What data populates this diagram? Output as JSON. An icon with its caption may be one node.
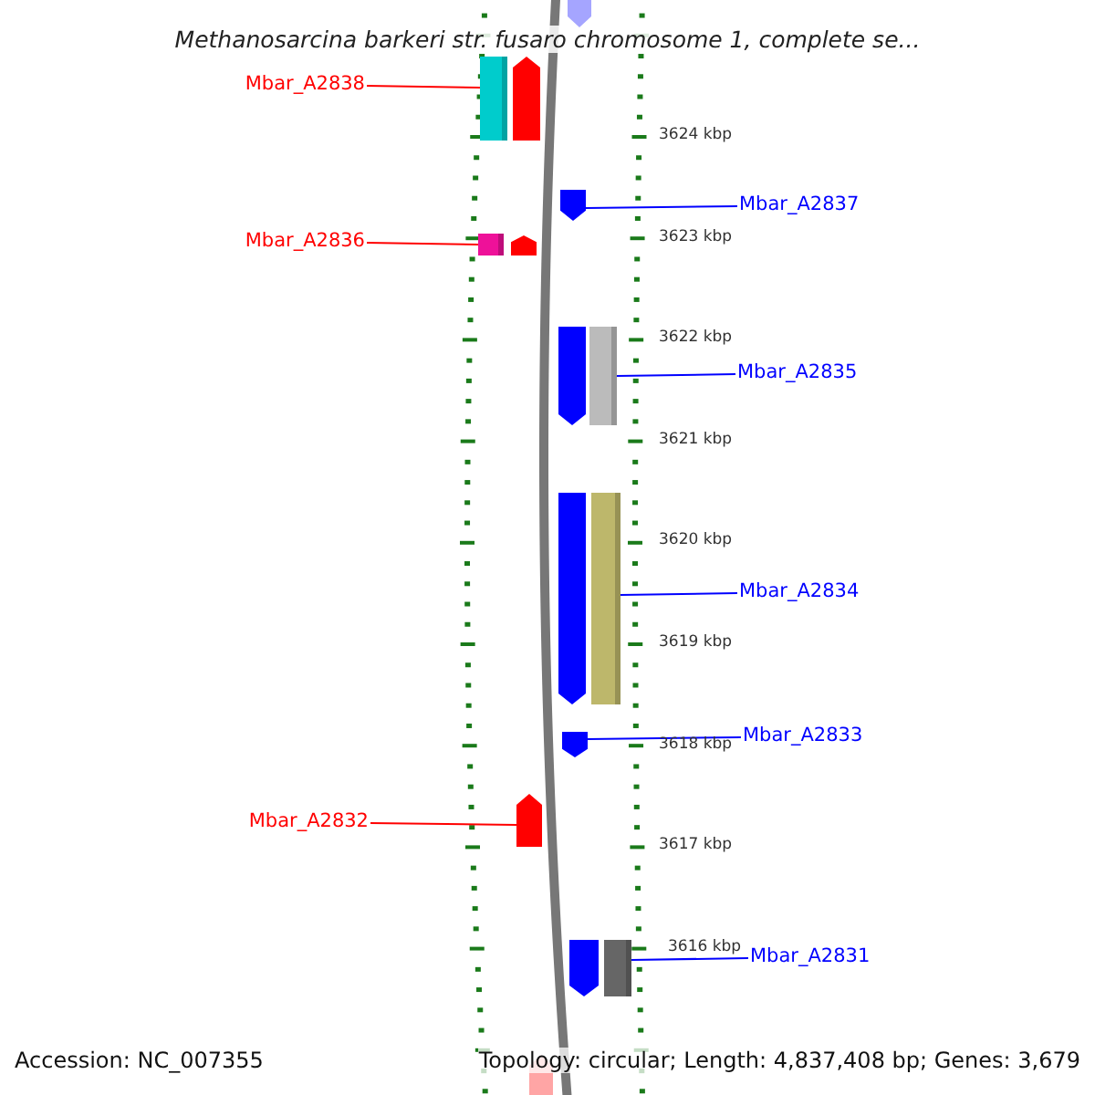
{
  "diagram": {
    "title": "Methanosarcina barkeri str. fusaro chromosome 1, complete se...",
    "nodes": [
      {
        "text": [],
        "shape": "arrow"
      },
      {
        "text": [
          "Mbar_A2838"
        ]
      },
      {
        "text": [],
        "shape": "bar"
      },
      {
        "text": [],
        "shape": "arrow"
      },
      {
        "text": [
          "Mbar_A2837"
        ]
      },
      {
        "text": [],
        "shape": "arrow"
      },
      {
        "text": [
          "Mbar_A2836"
        ]
      },
      {
        "text": [],
        "shape": "bar"
      },
      {
        "text": [],
        "shape": "arrow"
      },
      {
        "text": [],
        "shape": "arrow"
      },
      {
        "text": [],
        "shape": "bar"
      },
      {
        "text": [
          "Mbar_A2835"
        ]
      },
      {
        "text": [],
        "shape": "arrow"
      },
      {
        "text": [],
        "shape": "bar"
      },
      {
        "text": [
          "Mbar_A2834"
        ]
      },
      {
        "text": [
          "Mbar_A2833"
        ]
      },
      {
        "text": [],
        "shape": "arrow"
      },
      {
        "text": [
          "Mbar_A2832"
        ]
      },
      {
        "text": [],
        "shape": "arrow"
      },
      {
        "text": [],
        "shape": "arrow"
      },
      {
        "text": [],
        "shape": "bar"
      },
      {
        "text": [
          "Mbar_A2831"
        ]
      },
      {
        "text": [],
        "shape": "arrow"
      }
    ],
    "edges": [
      {
        "from": 1,
        "to": 2,
        "arrow": "none",
        "color": "#ff0000"
      },
      {
        "from": 4,
        "to": 5,
        "arrow": "none"
      },
      {
        "from": 6,
        "to": 7,
        "arrow": "none",
        "color": "#ff0000"
      },
      {
        "from": 11,
        "to": 10,
        "arrow": "none"
      },
      {
        "from": 14,
        "to": 13,
        "arrow": "none"
      },
      {
        "from": 15,
        "to": 16,
        "arrow": "none"
      },
      {
        "from": 17,
        "to": 18,
        "arrow": "none",
        "color": "#ff0000"
      },
      {
        "from": 21,
        "to": 20,
        "arrow": "none"
      }
    ],
    "labels": [
      "3624 kbp",
      "3623 kbp",
      "3622 kbp",
      "3621 kbp",
      "3620 kbp",
      "3619 kbp",
      "3618 kbp",
      "3617 kbp",
      "3616 kbp",
      "Accession: NC_007355",
      "Topology: circular; Length: 4,837,408 bp; Genes: 3,679"
    ]
  }
}
